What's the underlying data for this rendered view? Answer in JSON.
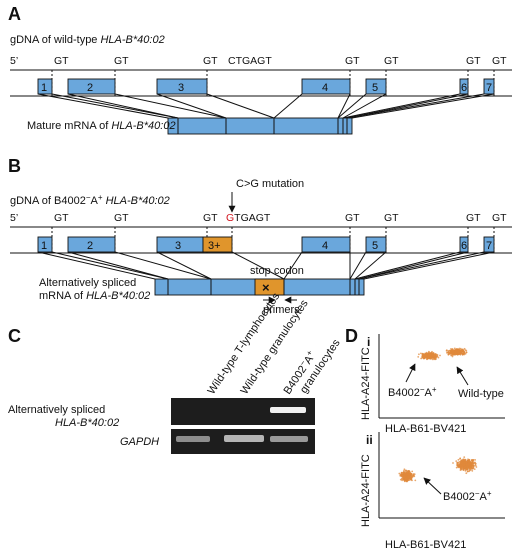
{
  "panel_a": {
    "letter": "A",
    "gdna_label_prefix": "gDNA of wild-type ",
    "gdna_label_allele": "HLA-B*40:02",
    "five_prime": "5’",
    "gt": "GT",
    "ctgagt": "CTGAGT",
    "exons": [
      "1",
      "2",
      "3",
      "4",
      "5",
      "6",
      "7"
    ],
    "mrna_label_prefix": "Mature mRNA of ",
    "mrna_label_allele": "HLA-B*40:02"
  },
  "panel_b": {
    "letter": "B",
    "gdna_label_prefix": "gDNA of B4002",
    "gdna_label_super": "−",
    "gdna_label_mid": "A",
    "gdna_label_super2": "+",
    "gdna_label_allele": " HLA-B*40:02",
    "mutation_label": "C>G mutation",
    "five_prime": "5’",
    "gt": "GT",
    "mut_letter": "G",
    "ctgagt_rest": "TGAGT",
    "exons": [
      "1",
      "2",
      "3",
      "3+",
      "4",
      "5",
      "6",
      "7"
    ],
    "stop_codon": "stop codon",
    "stop_mark": "×",
    "alt_label_line1": "Alternatively spliced",
    "alt_label_line2_prefix": "mRNA of ",
    "alt_label_allele": "HLA-B*40:02",
    "primers": "primers"
  },
  "panel_c": {
    "letter": "C",
    "lanes": [
      "Wild-type T-lymphocytes",
      "Wild-type granulocytes",
      "B4002−A+ granulocytes"
    ],
    "lane3_line1": "B4002",
    "lane3_sup1": "−",
    "lane3_mid": "A",
    "lane3_sup2": "+",
    "lane3_line2": "granulocytes",
    "row1_line1": "Alternatively spliced",
    "row1_line2": "HLA-B*40:02",
    "row2": "GAPDH"
  },
  "panel_d": {
    "letter": "D",
    "sub_i": "i",
    "sub_ii": "ii",
    "ylabel": "HLA-A24-FITC",
    "xlabel": "HLA-B61-BV421",
    "label_b4002": "B4002",
    "label_b4002_sup1": "−",
    "label_b4002_mid": "A",
    "label_b4002_sup2": "+",
    "label_wildtype": "Wild-type"
  },
  "colors": {
    "exon": "#6aa7dc",
    "insertion": "#e0952c",
    "mutation": "#d2141e",
    "dots": "#e08a3c"
  }
}
